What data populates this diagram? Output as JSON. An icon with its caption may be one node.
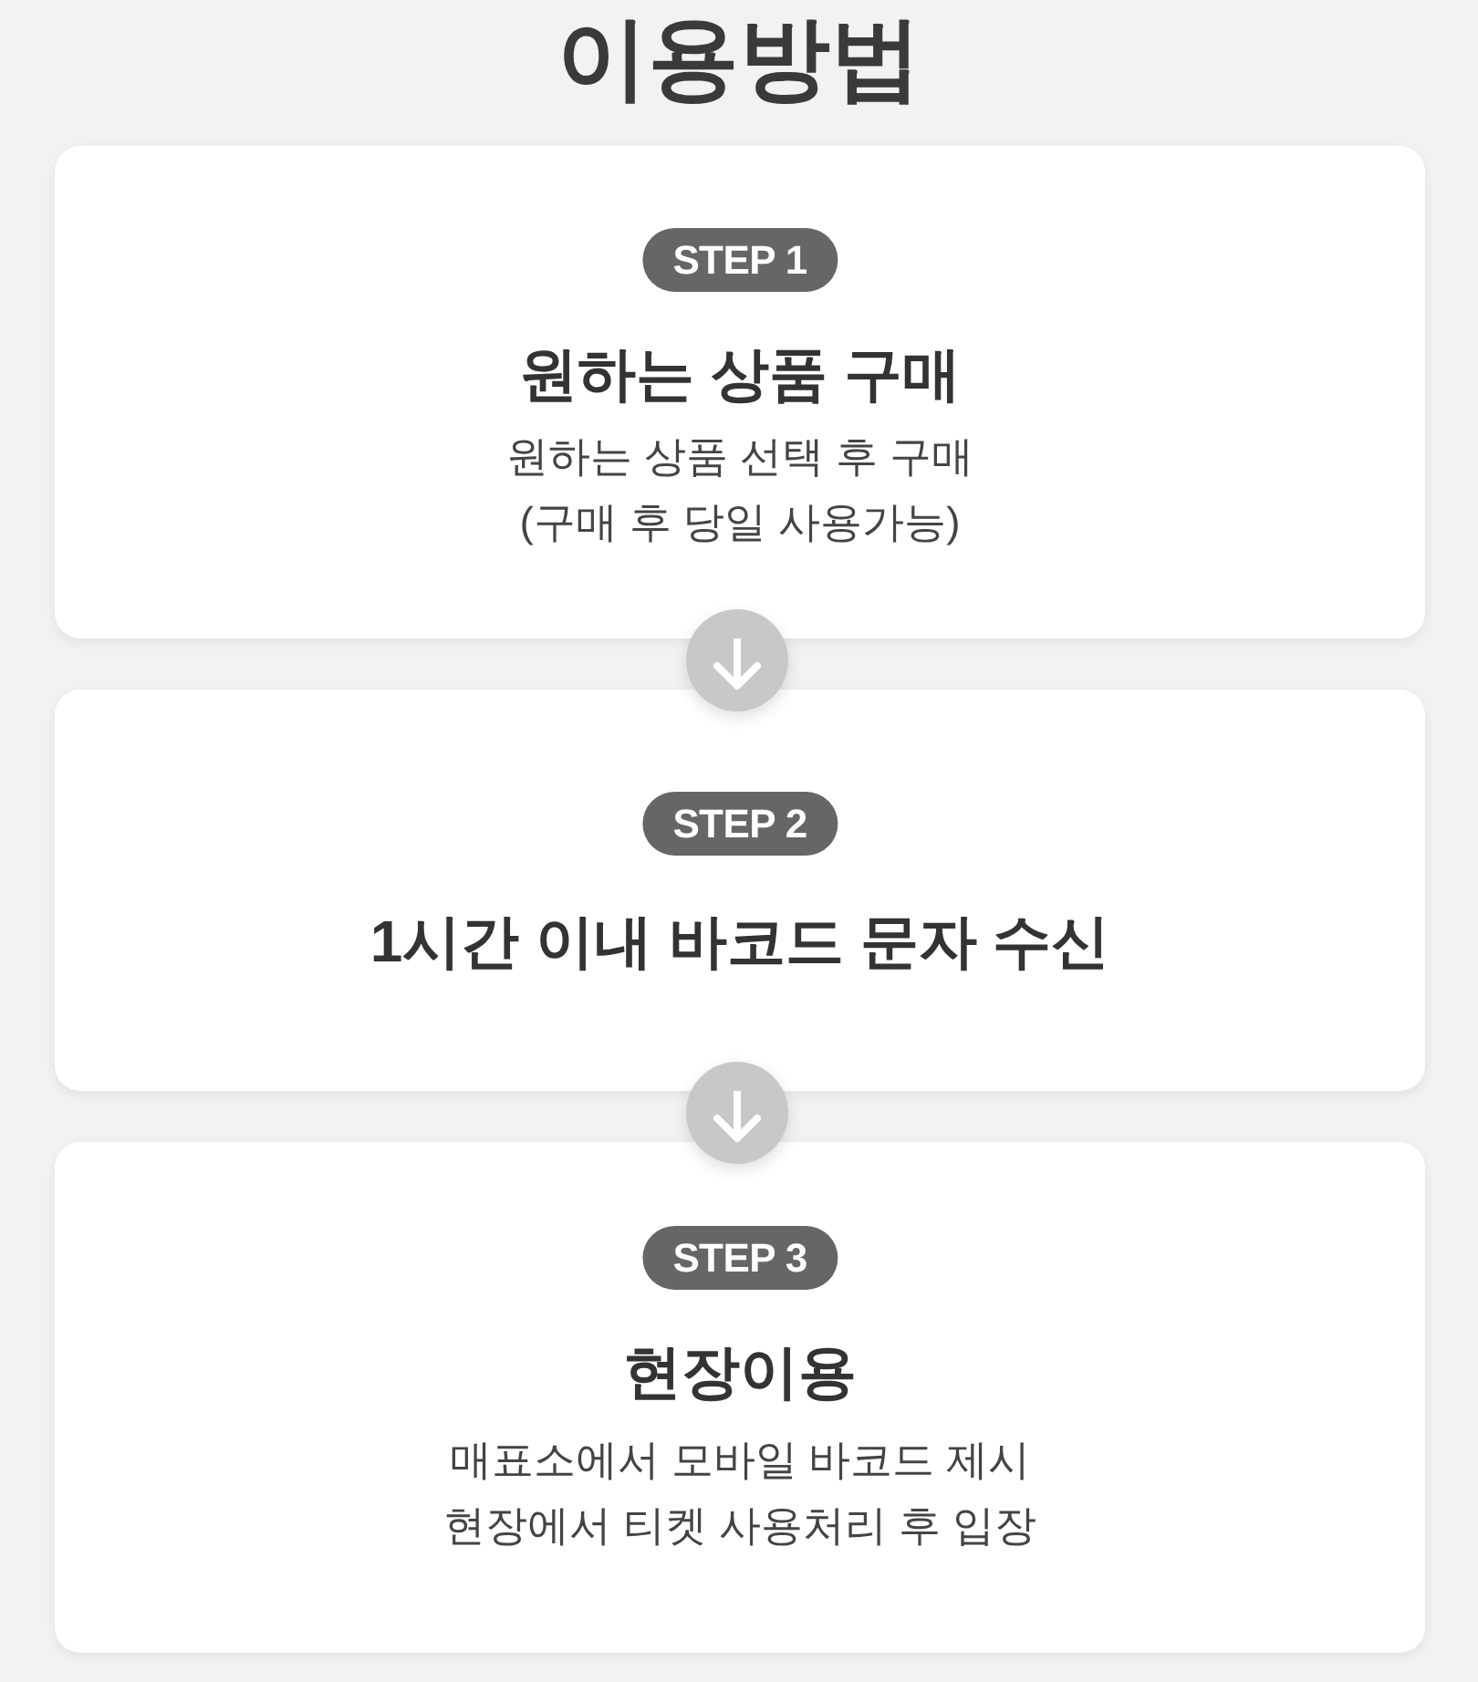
{
  "diagram": {
    "title": "이용방법",
    "nodes": [
      {
        "text": [
          "원하는 상품 구매",
          "원하는 상품 선택 후 구매 (구매 후 당일 사용가능)"
        ]
      },
      {
        "text": [
          "STEP 1"
        ],
        "in": 0
      },
      {
        "text": [
          "1시간 이내 바코드 문자 수신"
        ]
      },
      {
        "text": [
          "STEP 2"
        ],
        "in": 2
      },
      {
        "text": [
          "현장이용",
          "매표소에서 모바일 바코드 제시 현장에서 티켓 사용처리 후 입장"
        ]
      },
      {
        "text": [
          "STEP 3"
        ],
        "in": 4
      }
    ],
    "edges": [
      {
        "from": 0,
        "to": 2,
        "arrow": "to"
      },
      {
        "from": 2,
        "to": 4,
        "arrow": "to"
      }
    ]
  }
}
